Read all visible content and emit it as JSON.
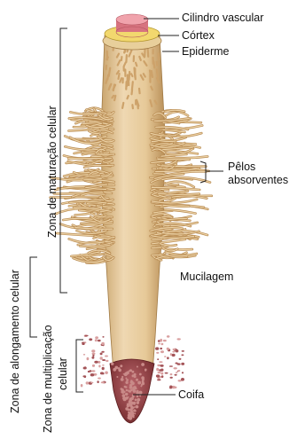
{
  "labels": {
    "cilindro": "Cilindro vascular",
    "cortex": "Córtex",
    "epiderme": "Epiderme",
    "pelos_1": "Pêlos",
    "pelos_2": "absorventes",
    "mucilagem": "Mucilagem",
    "coifa": "Coifa"
  },
  "zones": {
    "maturacao": "Zona de maturação celular",
    "alongamento": "Zona de alongamento celular",
    "multiplicacao_1": "Zona de multiplicação",
    "multiplicacao_2": "celular"
  },
  "colors": {
    "root_body": "#e9cfa5",
    "root_shade": "#c9a46d",
    "hair": "#d8b27c",
    "hair_outline": "#9c7646",
    "vascular": "#e98a95",
    "cortex": "#f2d86e",
    "cap_cells": "#8f3a3c",
    "line": "#222222"
  }
}
